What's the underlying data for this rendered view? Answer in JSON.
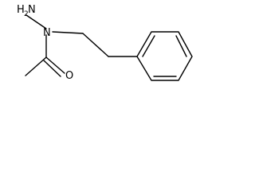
{
  "structure": {
    "atoms": {
      "amino_h_label": "H",
      "amino_h_count": "2",
      "amino_n_label": "N",
      "amide_n_label": "N",
      "carbonyl_o_label": "O"
    }
  }
}
